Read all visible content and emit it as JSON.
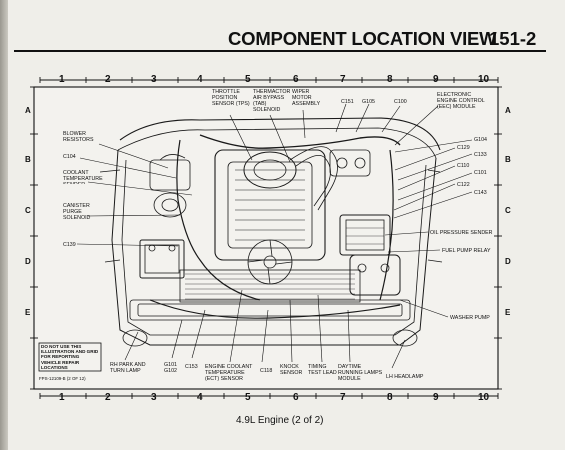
{
  "header": {
    "title": "COMPONENT LOCATION VIEW",
    "page_number": "151-2"
  },
  "grid": {
    "columns": [
      "1",
      "2",
      "3",
      "4",
      "5",
      "6",
      "7",
      "8",
      "9",
      "10"
    ],
    "rows": [
      "A",
      "B",
      "C",
      "D",
      "E"
    ]
  },
  "labels": {
    "tps": "THROTTLE POSITION SENSOR (TPS)",
    "tab": "THERMACTOR AIR BYPASS (TAB) SOLENOID",
    "wiper": "WIPER MOTOR ASSEMBLY",
    "c151": "C151",
    "g105": "G105",
    "c100": "C100",
    "eec": "ELECTRONIC ENGINE CONTROL (EEC) MODULE",
    "blower": "BLOWER RESISTORS",
    "c104": "C104",
    "cts": "COOLANT TEMPERATURE SENDER",
    "canister": "CANISTER PURGE SOLENOID",
    "c139": "C139",
    "g104": "G104",
    "c129": "C129",
    "c133": "C133",
    "c110": "C110",
    "c101": "C101",
    "c122": "C122",
    "c143": "C143",
    "oil": "OIL PRESSURE SENDER",
    "fuel": "FUEL PUMP RELAY",
    "washer": "WASHER PUMP",
    "note": "DO NOT USE THIS ILLUSTRATION AND GRID FOR REPORTING VEHICLE REPAIR LOCATIONS",
    "rh_park": "RH PARK AND TURN LAMP",
    "g101": "G101 G102",
    "c153": "C153",
    "ect": "ENGINE COOLANT TEMPERATURE (ECT) SENSOR",
    "c118": "C118",
    "knock": "KNOCK SENSOR",
    "timing": "TIMING TEST LEAD",
    "drl": "DAYTIME RUNNING LAMPS MODULE",
    "lh_head": "LH HEADLAMP",
    "fig_ref": "FPS-12109-B (2 OF 12)"
  },
  "caption": "4.9L Engine (2 of 2)"
}
